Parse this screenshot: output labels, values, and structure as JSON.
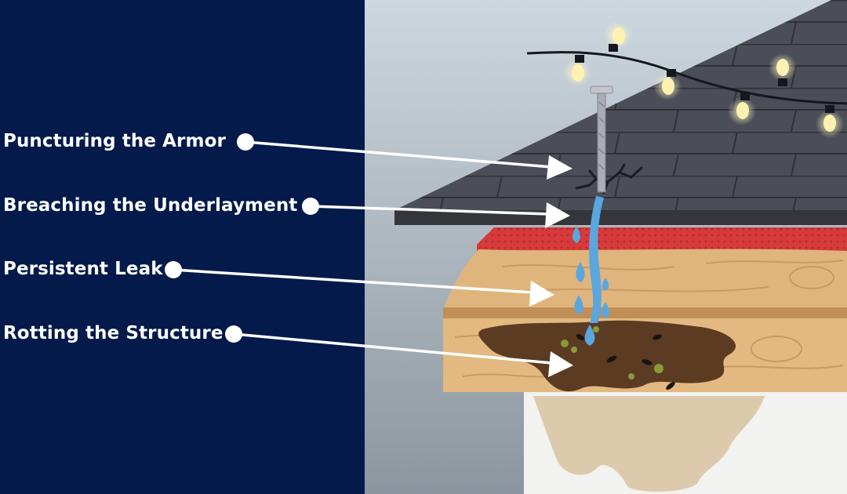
{
  "callouts": [
    {
      "label": "Puncturing the Armor"
    },
    {
      "label": "Breaching the Underlayment"
    },
    {
      "label": "Persistent Leak"
    },
    {
      "label": "Rotting the Structure"
    }
  ],
  "colors": {
    "panel": "#041a4a",
    "shingle": "#4a4d55",
    "underlayment": "#d83a3a",
    "wood": "#e0b57d",
    "rot": "#5a3a20",
    "water": "#5aa6df",
    "arrow": "#ffffff"
  }
}
